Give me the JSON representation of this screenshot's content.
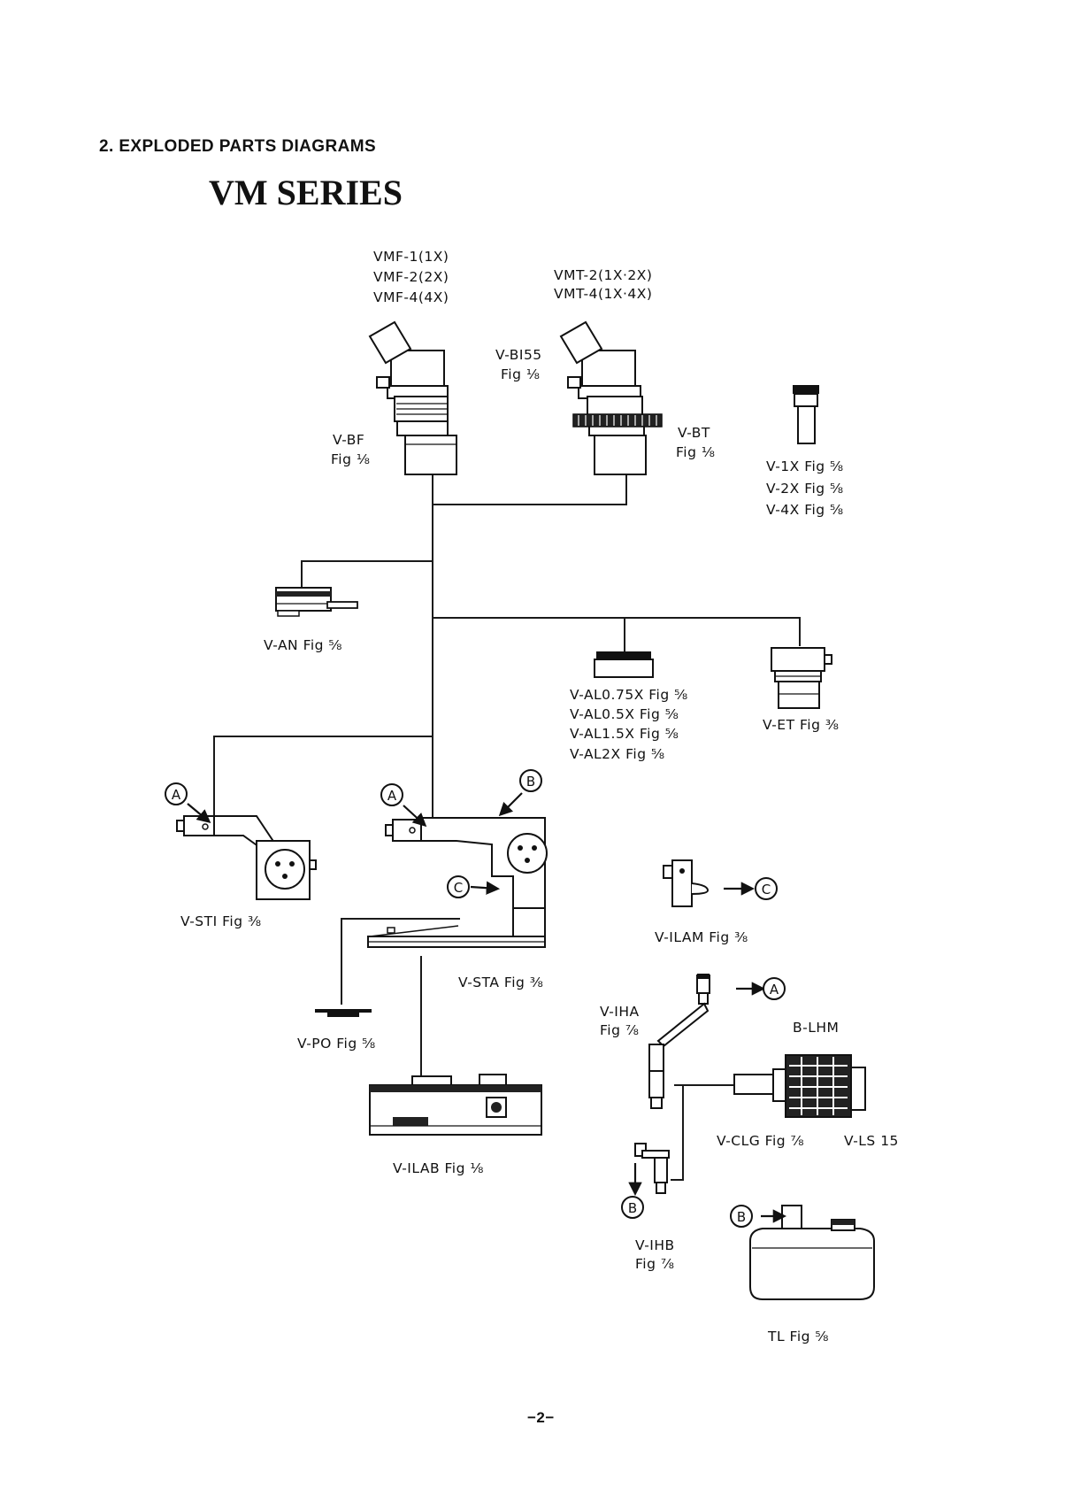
{
  "heading": "2.  EXPLODED PARTS DIAGRAMS",
  "title": "VM SERIES",
  "page_number": "−2−",
  "callout_markers": [
    "A",
    "B",
    "C"
  ],
  "labels": {
    "vmf_1": "VMF-1(1X)",
    "vmf_2": "VMF-2(2X)",
    "vmf_4": "VMF-4(4X)",
    "vmt_2": "VMT-2(1X·2X)",
    "vmt_4": "VMT-4(1X·4X)",
    "v_bi55": "V-BI55",
    "v_bi55_fig": "Fig ⅛",
    "v_bf": "V-BF",
    "v_bf_fig": "Fig ⅛",
    "v_bt": "V-BT",
    "v_bt_fig": "Fig ⅛",
    "v_1x": "V-1X   Fig ⅝",
    "v_2x": "V-2X   Fig ⅝",
    "v_4x": "V-4X   Fig ⅝",
    "v_an": "V-AN  Fig ⅝",
    "v_al075": "V-AL0.75X  Fig ⅝",
    "v_al05": "V-AL0.5X    Fig ⅝",
    "v_al15": "V-AL1.5X    Fig ⅝",
    "v_al2": "V-AL2X       Fig ⅝",
    "v_et": "V-ET  Fig ⅜",
    "v_sti": "V-STI  Fig ⅜",
    "v_sta": "V-STA  Fig ⅜",
    "v_ilam": "V-ILAM  Fig ⅜",
    "v_po": "V-PO  Fig ⅝",
    "v_iha": "V-IHA",
    "v_iha_fig": "Fig ⅞",
    "b_lhm": "B-LHM",
    "v_ilab": "V-ILAB  Fig ⅛",
    "v_clg": "V-CLG  Fig ⅞",
    "v_ls15": "V-LS 15",
    "v_ihb": "V-IHB",
    "v_ihb_fig": "Fig ⅞",
    "tl": "TL   Fig ⅝"
  }
}
